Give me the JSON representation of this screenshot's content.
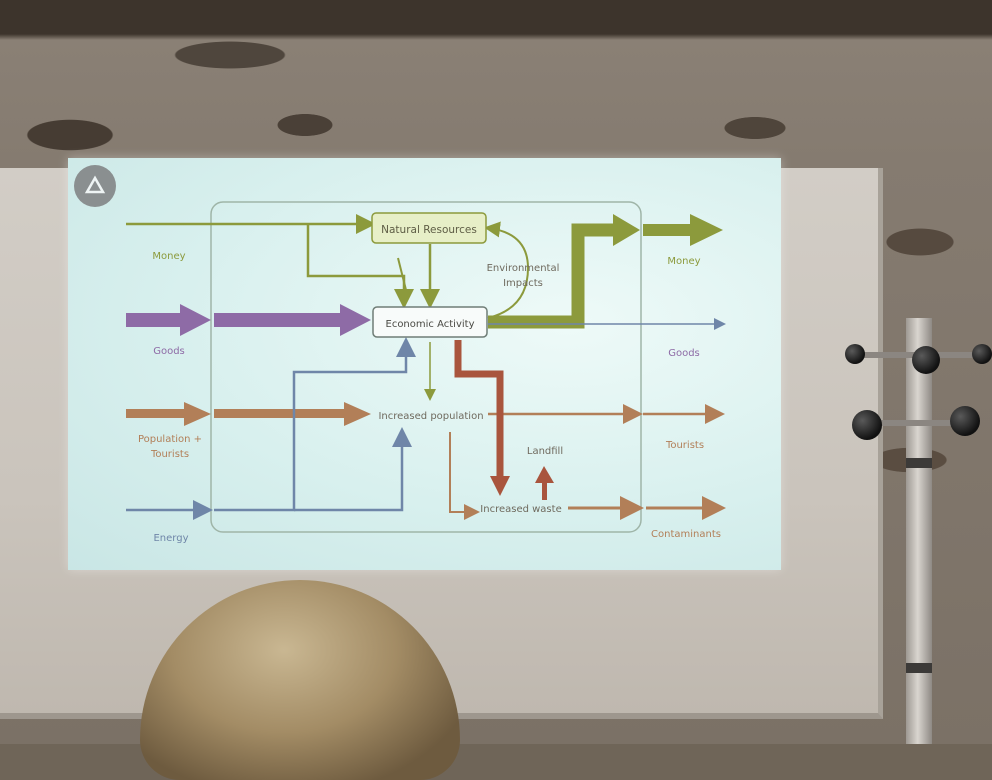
{
  "slide": {
    "icon": "recycle-icon",
    "boxes": {
      "natural_resources": "Natural Resources",
      "economic_activity": "Economic Activity",
      "increased_population": "Increased population",
      "increased_waste": "Increased waste",
      "landfill": "Landfill",
      "environmental_impacts_line1": "Environmental",
      "environmental_impacts_line2": "Impacts"
    },
    "inputs": {
      "money": "Money",
      "goods": "Goods",
      "population_line1": "Population +",
      "population_line2": "Tourists",
      "energy": "Energy"
    },
    "outputs": {
      "money": "Money",
      "goods": "Goods",
      "tourists": "Tourists",
      "contaminants": "Contaminants"
    },
    "colors": {
      "money": "#8c9a3c",
      "goods": "#8e6ba6",
      "population": "#b27f58",
      "energy": "#6f86a8",
      "waste": "#a9553d",
      "text": "#7f7a6a"
    }
  }
}
